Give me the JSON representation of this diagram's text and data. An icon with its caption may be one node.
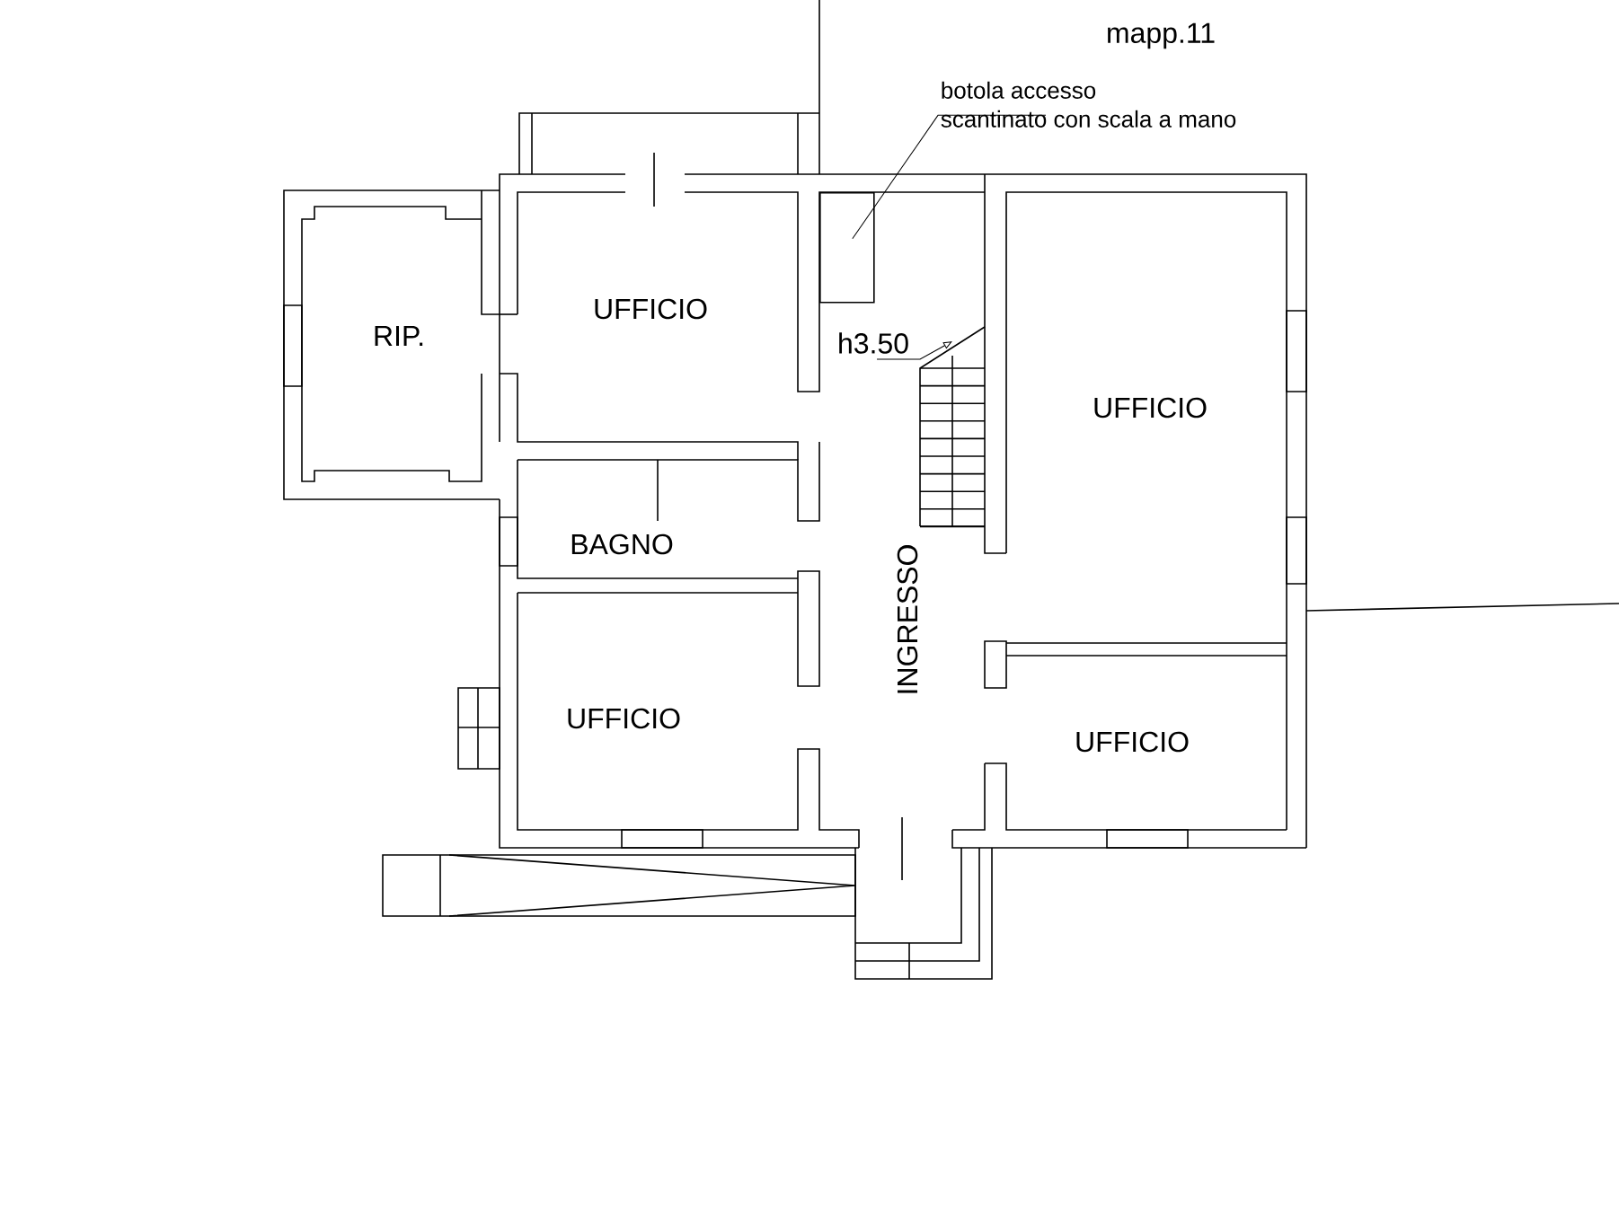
{
  "diagram": {
    "nodes": [
      {
        "text": [
          "botola accesso scantinato con scala a mano"
        ]
      },
      {
        "text": [],
        "shape": "box"
      }
    ],
    "edges": [
      {
        "from": 0,
        "to": 1,
        "arrow": "none"
      }
    ],
    "labels": [
      "mapp.11",
      "RIP.",
      "UFFICIO",
      "h3.50",
      "UFFICIO",
      "BAGNO",
      "INGRESSO",
      "UFFICIO",
      "UFFICIO"
    ]
  }
}
